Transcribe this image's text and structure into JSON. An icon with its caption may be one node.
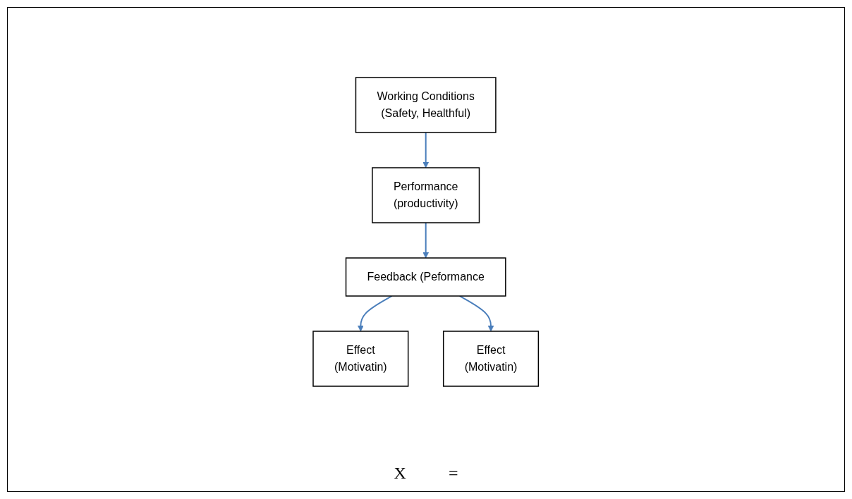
{
  "diagram": {
    "nodes": [
      {
        "text": [
          "Feedback (Peformance"
        ]
      },
      {
        "text": [
          "Effect",
          "(Motivatin)"
        ]
      },
      {
        "text": [
          "Effect",
          "(Motivatin)"
        ]
      },
      {
        "text": [
          "Performance",
          "(productivity)"
        ]
      },
      {
        "text": [
          "Working Conditions",
          "(Safety, Healthful)"
        ]
      }
    ],
    "edges": [
      {
        "from": 0,
        "to": 1,
        "arrow": "to"
      },
      {
        "from": 0,
        "to": 2,
        "arrow": "to"
      },
      {
        "from": 3,
        "to": 0,
        "arrow": "to"
      },
      {
        "from": 4,
        "to": 3,
        "arrow": "to"
      }
    ],
    "labels": [
      "X",
      "="
    ]
  }
}
